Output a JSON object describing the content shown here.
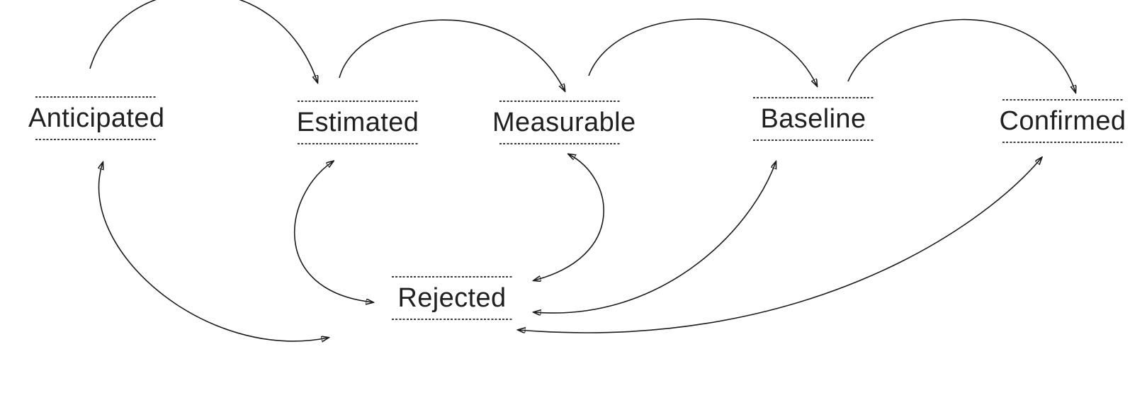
{
  "diagram": {
    "type": "state-diagram",
    "background_color": "#ffffff",
    "stroke_color": "#1c1c1c",
    "text_color": "#202020",
    "dotted_line_color": "#3c3c3c",
    "nodes": [
      {
        "id": "anticipated",
        "label": "Anticipated"
      },
      {
        "id": "estimated",
        "label": "Estimated"
      },
      {
        "id": "measurable",
        "label": "Measurable"
      },
      {
        "id": "baseline",
        "label": "Baseline"
      },
      {
        "id": "confirmed",
        "label": "Confirmed"
      },
      {
        "id": "rejected",
        "label": "Rejected"
      }
    ],
    "edges": [
      {
        "from": "anticipated",
        "to": "estimated",
        "direction": "one-way",
        "route": "arc-over-top"
      },
      {
        "from": "estimated",
        "to": "measurable",
        "direction": "one-way",
        "route": "arc-over-top"
      },
      {
        "from": "measurable",
        "to": "baseline",
        "direction": "one-way",
        "route": "arc-over-top"
      },
      {
        "from": "baseline",
        "to": "confirmed",
        "direction": "one-way",
        "route": "arc-over-top"
      },
      {
        "from": "anticipated",
        "to": "rejected",
        "direction": "two-way",
        "route": "curve-below"
      },
      {
        "from": "estimated",
        "to": "rejected",
        "direction": "two-way",
        "route": "curve-below"
      },
      {
        "from": "measurable",
        "to": "rejected",
        "direction": "two-way",
        "route": "curve-below"
      },
      {
        "from": "baseline",
        "to": "rejected",
        "direction": "two-way",
        "route": "curve-below"
      },
      {
        "from": "confirmed",
        "to": "rejected",
        "direction": "two-way",
        "route": "curve-below"
      }
    ]
  }
}
